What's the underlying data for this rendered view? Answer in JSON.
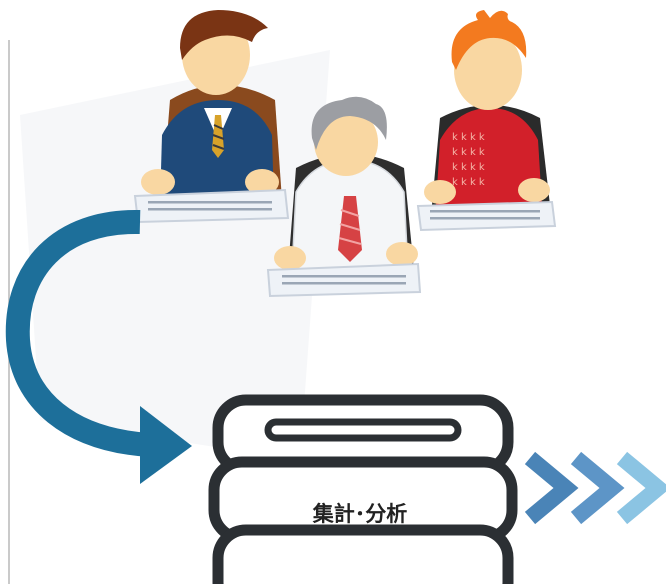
{
  "database": {
    "label": "集計･分析"
  },
  "colors": {
    "cycle_arrow": "#1d6f9a",
    "chevron_dark": "#4a84b7",
    "chevron_mid": "#5d95c7",
    "chevron_light": "#8bc4e3",
    "database_outline": "#2b2f33",
    "skin": "#f9d7a2",
    "keyboard": "#eef2f7"
  },
  "icons": {
    "people": [
      "user-blue-suit",
      "user-gray-hair",
      "user-red-sweater"
    ],
    "flow": "circular-arrow",
    "storage": "database-stack",
    "next": "triple-chevron"
  }
}
